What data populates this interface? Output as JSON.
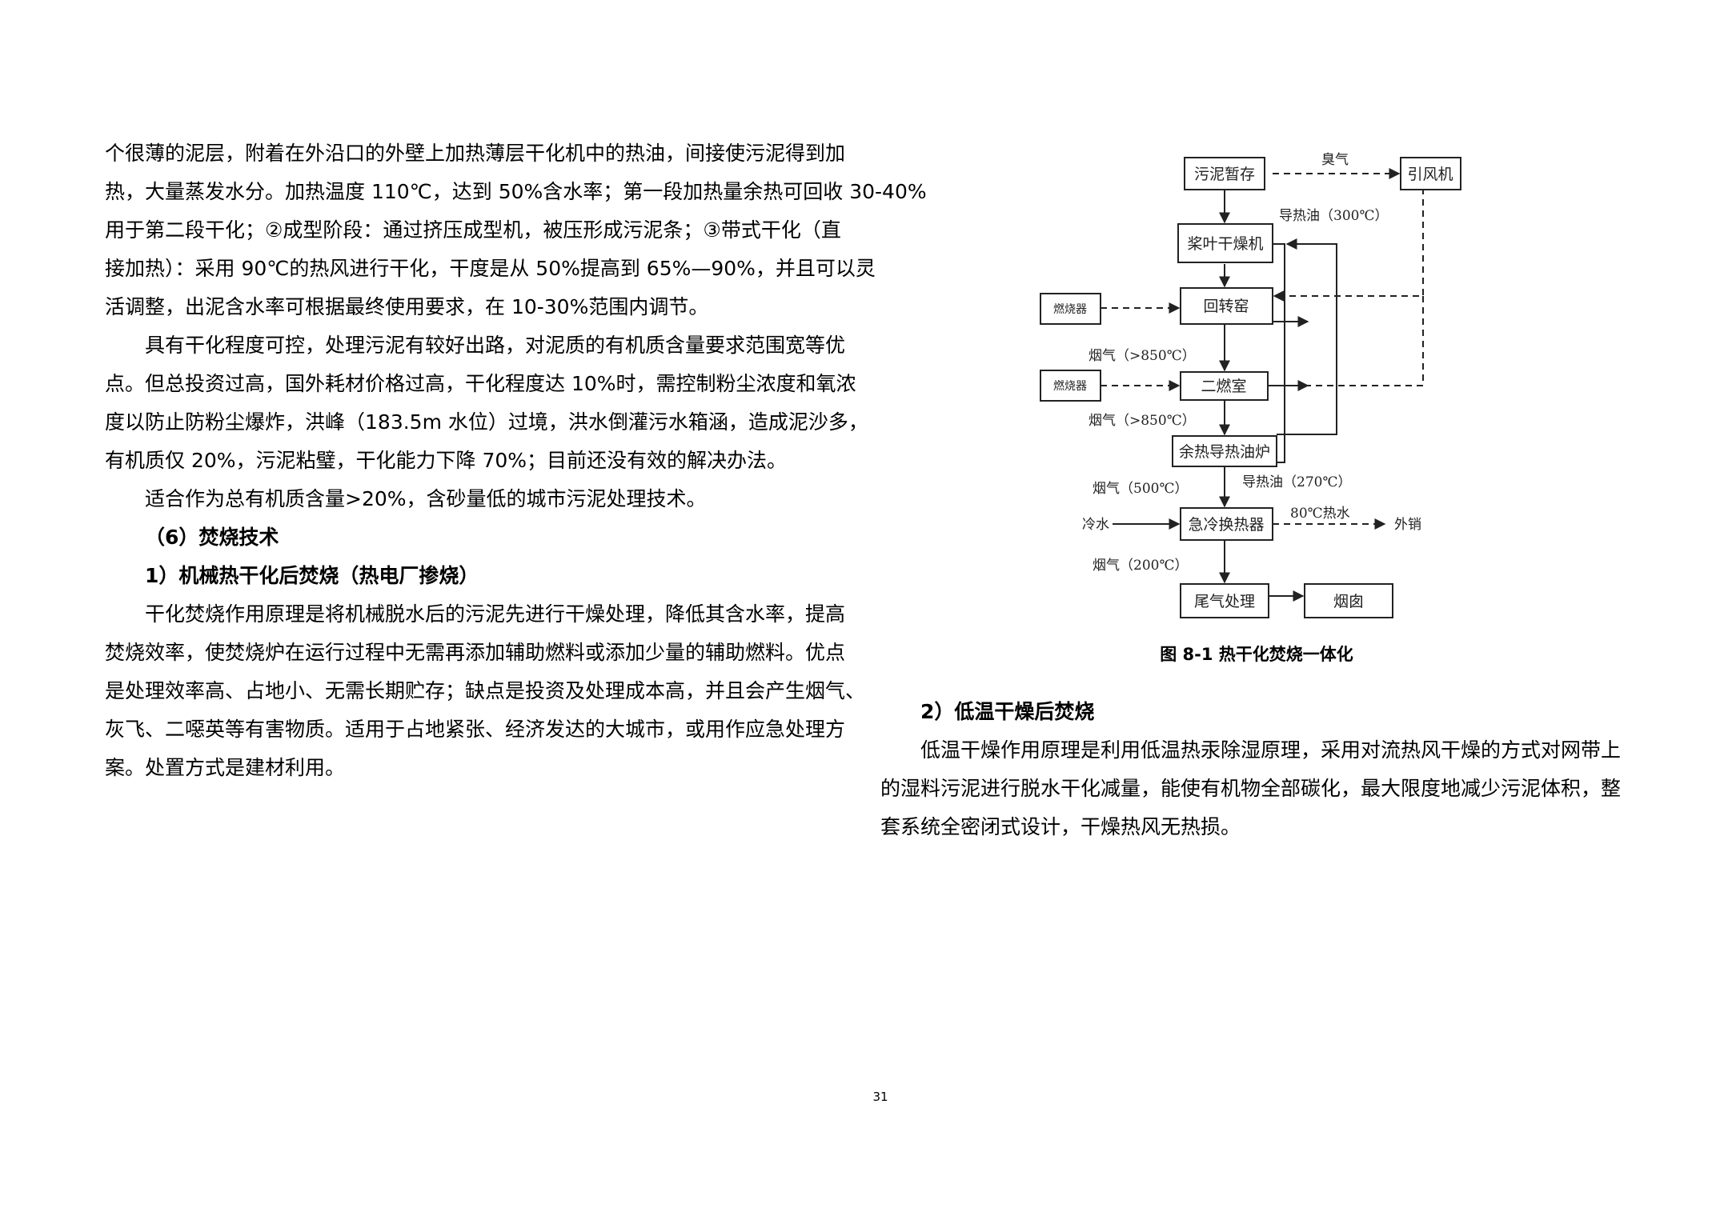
{
  "left_column": {
    "lines": [
      "个很薄的泥层，附着在外沿口的外壁上加热薄层干化机中的热油，间接使污泥得到加",
      "热，大量蒸发水分。加热温度 110℃，达到 50%含水率；第一段加热量余热可回收 30-40%",
      "用于第二段干化；②成型阶段：通过挤压成型机，被压形成污泥条；③带式干化（直",
      "接加热）：采用 90℃的热风进行干化，干度是从 50%提高到 65%—90%，并且可以灵",
      "活调整，出泥含水率可根据最终使用要求，在 10-30%范围内调节。",
      "具有干化程度可控，处理污泥有较好出路，对泥质的有机质含量要求范围宽等优",
      "点。但总投资过高，国外耗材价格过高，干化程度达 10%时，需控制粉尘浓度和氧浓",
      "度以防止防粉尘爆炸，洪峰（183.5m 水位）过境，洪水倒灌污水箱涵，造成泥沙多，",
      "有机质仅 20%，污泥粘璧，干化能力下降 70%；目前还没有效的解决办法。",
      "适合作为总有机质含量>20%，含砂量低的城市污泥处理技术。",
      "（6）焚烧技术",
      "1）机械热干化后焚烧（热电厂掺烧）",
      "干化焚烧作用原理是将机械脱水后的污泥先进行干燥处理，降低其含水率，提高",
      "焚烧效率，使焚烧炉在运行过程中无需再添加辅助燃料或添加少量的辅助燃料。优点",
      "是处理效率高、占地小、无需长期贮存；缺点是投资及处理成本高，并且会产生烟气、",
      "灰飞、二噁英等有害物质。适用于占地紧张、经济发达的大城市，或用作应急处理方",
      "案。处置方式是建材利用。"
    ]
  },
  "diagram": {
    "nodes": {
      "sludge_storage": "污泥暂存",
      "induced_fan": "引风机",
      "paddle_dryer": "桨叶干燥机",
      "burner1": "燃烧器",
      "rotary_kiln": "回转窑",
      "burner2": "燃烧器",
      "secondary_chamber": "二燃室",
      "waste_heat_boiler": "余热导热油炉",
      "quench_exchanger": "急冷换热器",
      "tail_gas": "尾气处理",
      "chimney": "烟囱"
    },
    "labels": {
      "odor": "臭气",
      "thermal_oil_300": "导热油（300℃）",
      "flue_850_a": "烟气（>850℃）",
      "flue_850_b": "烟气（>850℃）",
      "flue_500": "烟气（500℃）",
      "thermal_oil_270": "导热油（270℃）",
      "cold_water": "冷水",
      "hot_water_80": "80℃热水",
      "export": "外销",
      "flue_200": "烟气（200℃）"
    },
    "caption": "图 8-1 热干化焚烧一体化"
  },
  "right_column": {
    "lines": [
      "2）低温干燥后焚烧",
      "低温干燥作用原理是利用低温热汞除湿原理，采用对流热风干燥的方式对网带上",
      "的湿料污泥进行脱水干化减量，能使有机物全部碳化，最大限度地减少污泥体积，整",
      "套系统全密闭式设计，干燥热风无热损。"
    ]
  },
  "page_number": "31"
}
